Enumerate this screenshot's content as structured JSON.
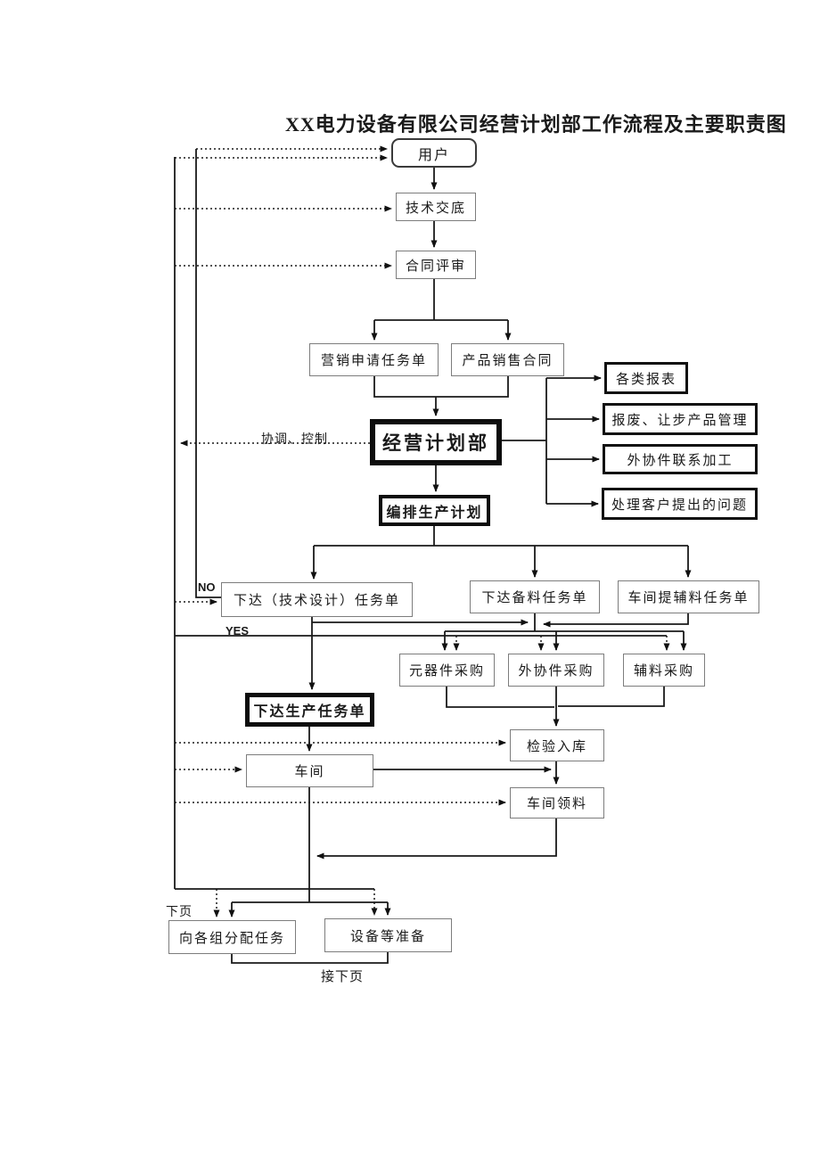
{
  "title": "XX电力设备有限公司经营计划部工作流程及主要职责图",
  "labels": {
    "coordination": "协调、控制",
    "no": "NO",
    "yes": "YES",
    "next_page_side": "下页",
    "next_page_bottom": "接下页"
  },
  "nodes": {
    "user": "用户",
    "tech_briefing": "技术交底",
    "contract_review": "合同评审",
    "marketing_task": "营销申请任务单",
    "sales_contract": "产品销售合同",
    "planning_dept": "经营计划部",
    "production_plan": "编排生产计划",
    "reports": "各类报表",
    "scrap_mgmt": "报废、让步产品管理",
    "outsourcing_contact": "外协件联系加工",
    "customer_issues": "处理客户提出的问题",
    "design_task": "下达（技术设计）任务单",
    "material_task": "下达备料任务单",
    "aux_material_task": "车间提辅料任务单",
    "component_purchase": "元器件采购",
    "outsourced_purchase": "外协件采购",
    "aux_purchase": "辅料采购",
    "production_task": "下达生产任务单",
    "inspection_storage": "检验入库",
    "workshop": "车间",
    "workshop_material": "车间领料",
    "assign_tasks": "向各组分配任务",
    "equipment_prep": "设备等准备"
  }
}
